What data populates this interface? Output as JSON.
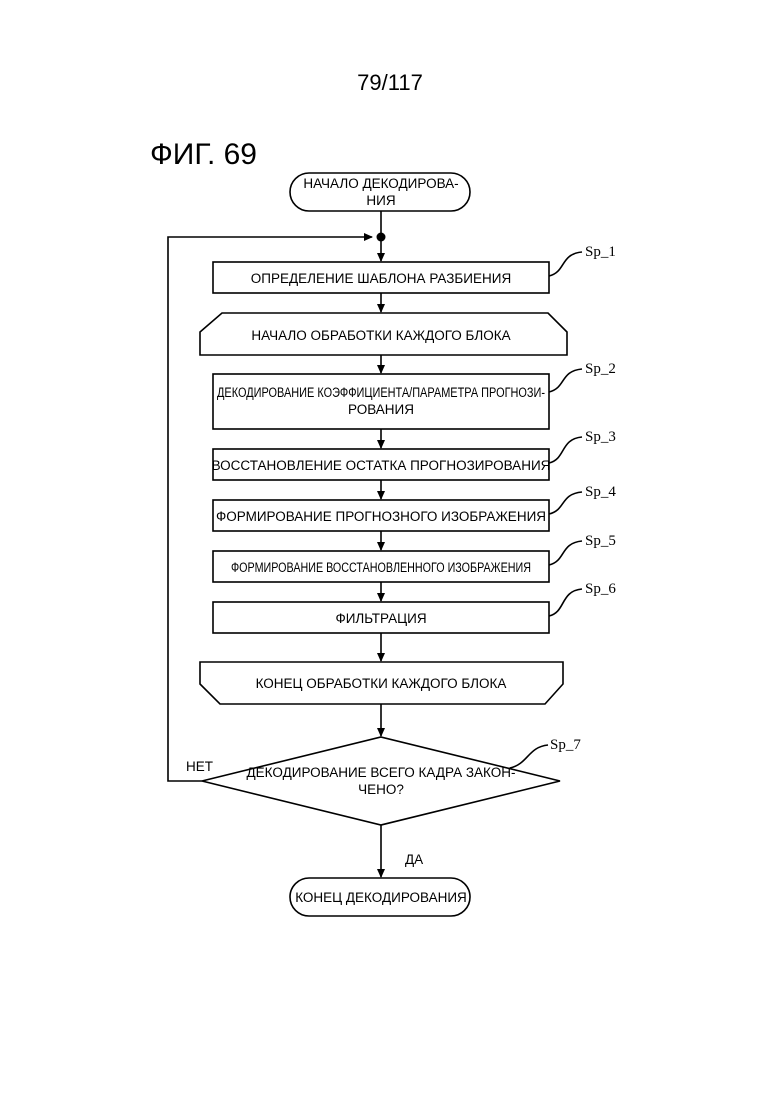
{
  "page_number": "79/117",
  "figure_label": "ФИГ. 69",
  "nodes": {
    "start": [
      "НАЧАЛО ДЕКОДИРОВА-",
      "НИЯ"
    ],
    "sp1": [
      "ОПРЕДЕЛЕНИЕ ШАБЛОНА РАЗБИЕНИЯ"
    ],
    "loop_start": [
      "НАЧАЛО ОБРАБОТКИ КАЖДОГО БЛОКА"
    ],
    "sp2": [
      "ДЕКОДИРОВАНИЕ КОЭФФИЦИЕНТА/ПАРАМЕТРА ПРОГНОЗИ-",
      "РОВАНИЯ"
    ],
    "sp3": [
      "ВОССТАНОВЛЕНИЕ ОСТАТКА ПРОГНОЗИРОВАНИЯ"
    ],
    "sp4": [
      "ФОРМИРОВАНИЕ ПРОГНОЗНОГО ИЗОБРАЖЕНИЯ"
    ],
    "sp5": [
      "ФОРМИРОВАНИЕ ВОССТАНОВЛЕННОГО ИЗОБРАЖЕНИЯ"
    ],
    "sp6": [
      "ФИЛЬТРАЦИЯ"
    ],
    "loop_end": [
      "КОНЕЦ ОБРАБОТКИ КАЖДОГО БЛОКА"
    ],
    "sp7": [
      "ДЕКОДИРОВАНИЕ ВСЕГО КАДРА ЗАКОН-",
      "ЧЕНО?"
    ],
    "end": [
      "КОНЕЦ ДЕКОДИРОВАНИЯ"
    ]
  },
  "refs": {
    "sp1": "Sp_1",
    "sp2": "Sp_2",
    "sp3": "Sp_3",
    "sp4": "Sp_4",
    "sp5": "Sp_5",
    "sp6": "Sp_6",
    "sp7": "Sp_7"
  },
  "branch_labels": {
    "no": "НЕТ",
    "yes": "ДА"
  }
}
